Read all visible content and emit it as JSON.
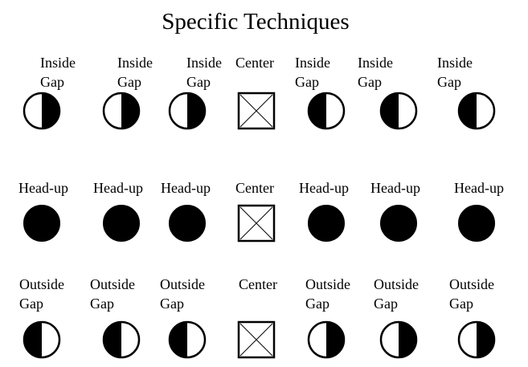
{
  "title": "Specific Techniques",
  "colors": {
    "ink": "#000000",
    "paper": "#ffffff"
  },
  "rows": [
    {
      "name": "inside-gap",
      "items": [
        {
          "label": [
            "Inside",
            "Gap"
          ],
          "symbol": "half-right-filled"
        },
        {
          "label": [
            "Inside",
            "Gap"
          ],
          "symbol": "half-right-filled"
        },
        {
          "label": [
            "Inside",
            "Gap"
          ],
          "symbol": "half-right-filled"
        },
        {
          "label": [
            "Center"
          ],
          "symbol": "center-box"
        },
        {
          "label": [
            "Inside",
            "Gap"
          ],
          "symbol": "half-left-filled"
        },
        {
          "label": [
            "Inside",
            "Gap"
          ],
          "symbol": "half-left-filled"
        },
        {
          "label": [
            "Inside",
            "Gap"
          ],
          "symbol": "half-left-filled"
        }
      ]
    },
    {
      "name": "head-up",
      "items": [
        {
          "label": [
            "Head-up"
          ],
          "symbol": "full-filled"
        },
        {
          "label": [
            "Head-up"
          ],
          "symbol": "full-filled"
        },
        {
          "label": [
            "Head-up"
          ],
          "symbol": "full-filled"
        },
        {
          "label": [
            "Center"
          ],
          "symbol": "center-box"
        },
        {
          "label": [
            "Head-up"
          ],
          "symbol": "full-filled"
        },
        {
          "label": [
            "Head-up"
          ],
          "symbol": "full-filled"
        },
        {
          "label": [
            "Head-up"
          ],
          "symbol": "full-filled"
        }
      ]
    },
    {
      "name": "outside-gap",
      "items": [
        {
          "label": [
            "Outside",
            "Gap"
          ],
          "symbol": "half-left-filled"
        },
        {
          "label": [
            "Outside",
            "Gap"
          ],
          "symbol": "half-left-filled"
        },
        {
          "label": [
            "Outside",
            "Gap"
          ],
          "symbol": "half-left-filled"
        },
        {
          "label": [
            "Center"
          ],
          "symbol": "center-box"
        },
        {
          "label": [
            "Outside",
            "Gap"
          ],
          "symbol": "half-right-filled"
        },
        {
          "label": [
            "Outside",
            "Gap"
          ],
          "symbol": "half-right-filled"
        },
        {
          "label": [
            "Outside",
            "Gap"
          ],
          "symbol": "half-right-filled"
        }
      ]
    }
  ]
}
